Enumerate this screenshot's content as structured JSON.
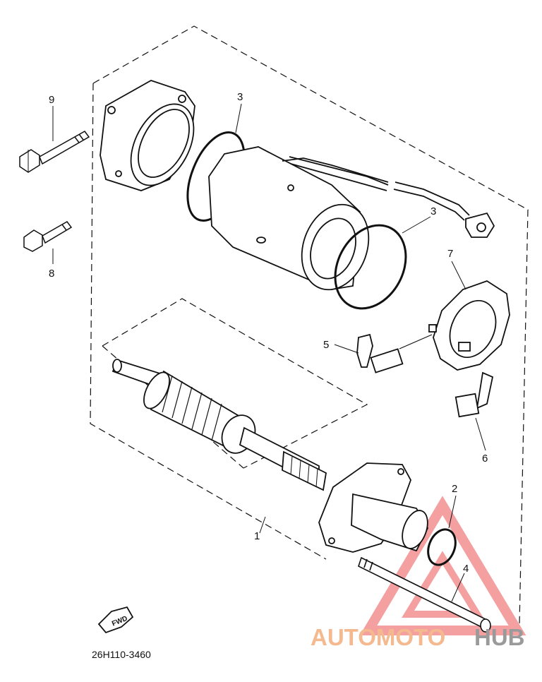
{
  "callouts": [
    {
      "id": "1",
      "label": "1"
    },
    {
      "id": "2",
      "label": "2"
    },
    {
      "id": "3a",
      "label": "3"
    },
    {
      "id": "3b",
      "label": "3"
    },
    {
      "id": "4",
      "label": "4"
    },
    {
      "id": "5",
      "label": "5"
    },
    {
      "id": "6",
      "label": "6"
    },
    {
      "id": "7",
      "label": "7"
    },
    {
      "id": "8",
      "label": "8"
    },
    {
      "id": "9",
      "label": "9"
    }
  ],
  "part_code": "26H110-3460",
  "direction_label": "FWD",
  "watermark": {
    "part1": "AUTOMOTO",
    "part2": "HUB",
    "triangle_color": "#f08080",
    "text_color_1": "#f4b98f",
    "text_color_2": "#9a9a9a"
  },
  "line_color": "#111111"
}
